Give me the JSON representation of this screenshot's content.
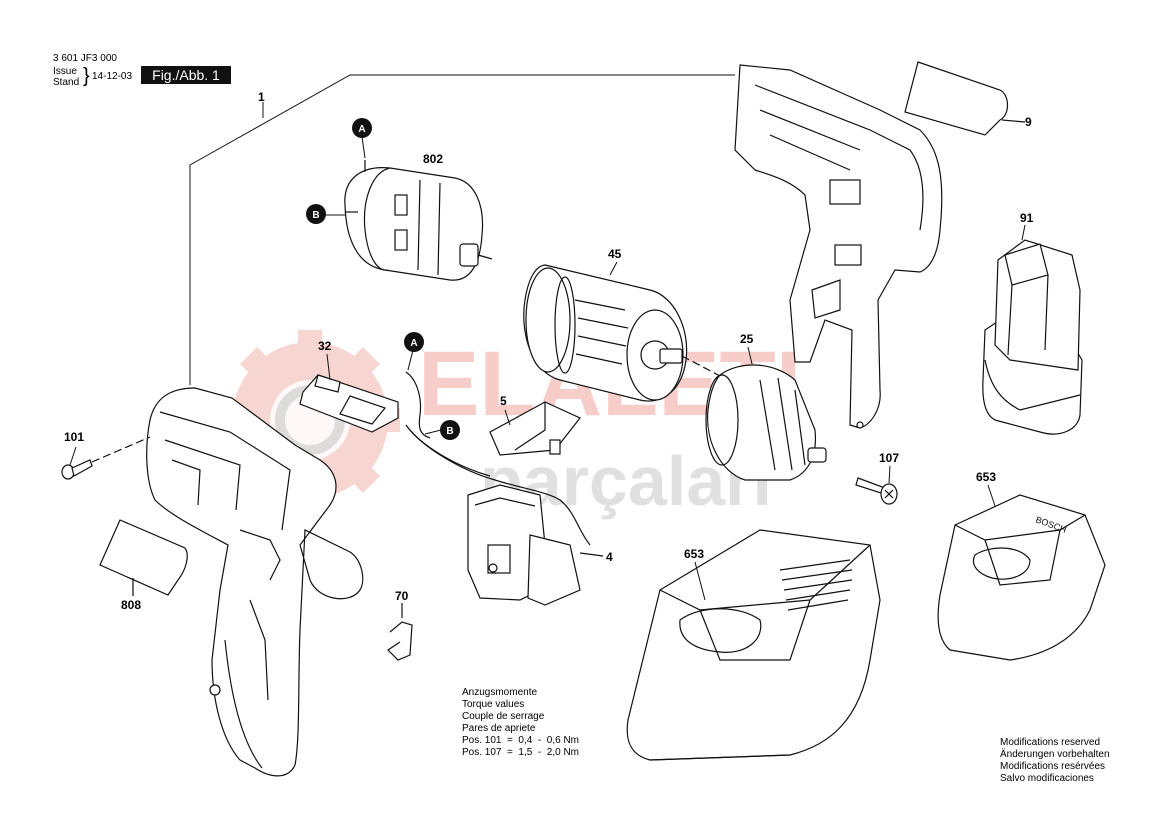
{
  "header": {
    "doc_number": "3 601 JF3 000",
    "issue_label": "Issue",
    "stand_label": "Stand",
    "date": "14-12-03",
    "figure": "Fig./Abb. 1"
  },
  "watermark": {
    "brand": "ELALETI",
    "sub": "parçaları"
  },
  "parts": {
    "p1": "1",
    "p802": "802",
    "p9": "9",
    "p91": "91",
    "p45": "45",
    "p25": "25",
    "p32": "32",
    "p5": "5",
    "p101": "101",
    "p107": "107",
    "p653a": "653",
    "p653b": "653",
    "p4": "4",
    "p70": "70",
    "p808": "808"
  },
  "markers": {
    "a1": "A",
    "b1": "B",
    "a2": "A",
    "b2": "B"
  },
  "torque_notes": [
    "Anzugsmomente",
    "Torque values",
    "Couple de serrage",
    "Pares de apriete",
    "Pos. 101  =  0,4  -  0,6 Nm",
    "Pos. 107  =  1,5  -  2,0 Nm"
  ],
  "modification_notes": [
    "Modifications reserved",
    "Änderungen vorbehalten",
    "Modifications resérvées",
    "Salvo modificaciones"
  ],
  "colors": {
    "line": "#111111",
    "watermark_red": "#f2b3ac",
    "watermark_grey": "#c8c8c8",
    "marker_fill": "#111111"
  }
}
